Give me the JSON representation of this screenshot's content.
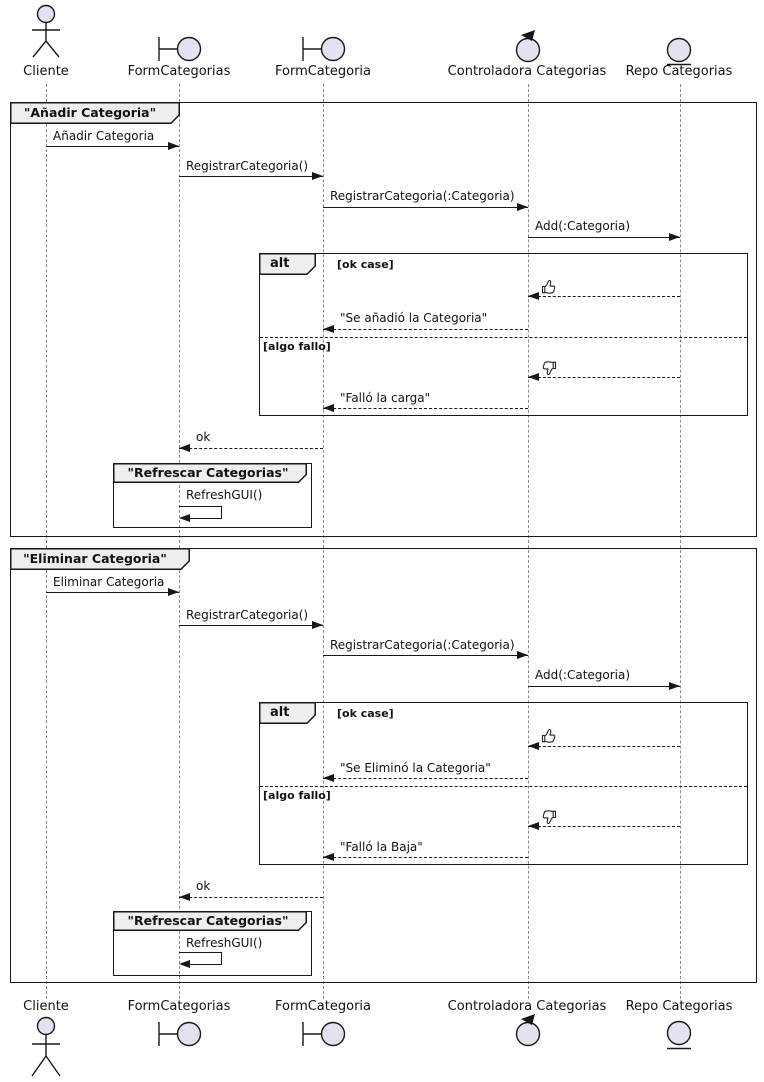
{
  "diagram_type": "uml-sequence",
  "colors": {
    "participant_fill": "#E2E2F0",
    "frame_label_bg": "#EEEEEE",
    "line": "#181818",
    "lifeline": "#8a8a8a",
    "background": "#ffffff"
  },
  "participants": [
    {
      "name": "Cliente",
      "icon": "actor-icon"
    },
    {
      "name": "FormCategorias",
      "icon": "boundary-icon"
    },
    {
      "name": "FormCategoria",
      "icon": "boundary-icon"
    },
    {
      "name": "Controladora Categorias",
      "icon": "control-icon"
    },
    {
      "name": "Repo Categorias",
      "icon": "entity-icon"
    }
  ],
  "frames": [
    {
      "title": "\"Añadir Categoria\"",
      "m1": "Añadir Categoria",
      "m2": "RegistrarCategoria()",
      "m3": "RegistrarCategoria(:Categoria)",
      "m4": "Add(:Categoria)",
      "alt_operator": "alt",
      "guard_ok": "[ok case]",
      "guard_fail": "[algo fallo]",
      "ok_icon": "thumbs-up-icon",
      "ok_reply": "\"Se añadió la Categoria\"",
      "fail_icon": "thumbs-down-icon",
      "fail_reply": "\"Falló la carga\"",
      "final_reply": "ok",
      "inner_title": "\"Refrescar Categorias\"",
      "self_message": "RefreshGUI()"
    },
    {
      "title": "\"Eliminar Categoria\"",
      "m1": "Eliminar Categoria",
      "m2": "RegistrarCategoria()",
      "m3": "RegistrarCategoria(:Categoria)",
      "m4": "Add(:Categoria)",
      "alt_operator": "alt",
      "guard_ok": "[ok case]",
      "guard_fail": "[algo fallo]",
      "ok_icon": "thumbs-up-icon",
      "ok_reply": "\"Se Eliminó la Categoria\"",
      "fail_icon": "thumbs-down-icon",
      "fail_reply": "\"Falló la Baja\"",
      "final_reply": "ok",
      "inner_title": "\"Refrescar Categorias\"",
      "self_message": "RefreshGUI()"
    }
  ]
}
